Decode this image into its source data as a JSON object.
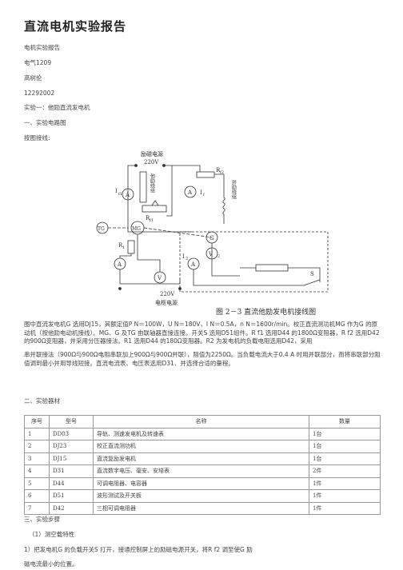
{
  "doc": {
    "title": "直流电机实验报告",
    "meta": [
      "电机实验报告",
      "电气1209",
      "高树伦",
      "12292002",
      "实验一：他励直流发电机"
    ],
    "section1": "一、实验电路图",
    "wiring": "按图接线:",
    "paragraph1": "图中直流发电机G 选用DJ15，其额定值P N＝100W，U N＝180V，I N＝0.5A，n N＝1600r/min。校正直流测功机MG 作为G 的原动机（按他励电动机接线）。MG、G 及TG 由联轴器直接连接。开关S 选用D51组件。R f1 选用D44 的1800Ω变阻器，R f2 选用D42 的900Ω变阻器，并采用分压器接法。R1 选用D44 的180Ω变阻器。R2 为发电机的负载电阻选用D42，采用",
    "paragraph2": "串并联接法（900Ω与900Ω电阻串联加上900Ω与900Ω并联），阻值为2250Ω。当负载电流大于0.4 A 时用并联部分，而将串联部分阻值调到最小并用导线短接。直流电流表、电压表选用D31、并选择合适的量程。",
    "section2": "二、实验器材",
    "section3": "三、实验步骤",
    "step_title": "（1）测空载特性",
    "step1a": "1）把发电机G 的负载开关S 打开，接通控制屏上的励磁电源开关，将R f2 调至使G 励",
    "step1b": "磁电流最小的位置。"
  },
  "figure": {
    "source_label": "励磁电源",
    "source_voltage": "220V",
    "ammeter_if1": "I",
    "ammeter_sub": "f1",
    "ammeter_label": "A",
    "ammeter2_label": "A",
    "if_label": "I",
    "if_sub": "f",
    "rf2_label": "R",
    "rf2_sub": "f2",
    "rf1_label": "R",
    "rf1_sub": "f1",
    "shunt_label": "他励绕组",
    "field_label": "并励绕组",
    "tg_label": "TG",
    "mg_label": "MG",
    "g_label": "G",
    "r1_label": "R",
    "r1_sub": "1",
    "a2_label": "A",
    "i_label": "I",
    "i_sub": "2",
    "v1_label": "V",
    "v2_label": "V",
    "v2_sub": "2",
    "bottom_voltage": "220V",
    "bottom_source": "电枢电源",
    "s_label": "S",
    "caption": "图 2－3  直流他励发电机接线图"
  },
  "table": {
    "headers": [
      "序号",
      "型号",
      "名称",
      "数量"
    ],
    "rows": [
      [
        "1",
        "DD03",
        "导轨、测速发电机及转速表",
        "1台"
      ],
      [
        "2",
        "DJ23",
        "校正直流测功机",
        "1台"
      ],
      [
        "3",
        "DJ15",
        "直流复励发电机",
        "1台"
      ],
      [
        "4",
        "D31",
        "直流数字电压、毫安、安培表",
        "2件"
      ],
      [
        "5",
        "D44",
        "可调电阻器、电容器",
        "1件"
      ],
      [
        "6",
        "D51",
        "波形测试及开关板",
        "1件"
      ],
      [
        "7",
        "D42",
        "三相可调电阻器",
        "1件"
      ]
    ]
  }
}
